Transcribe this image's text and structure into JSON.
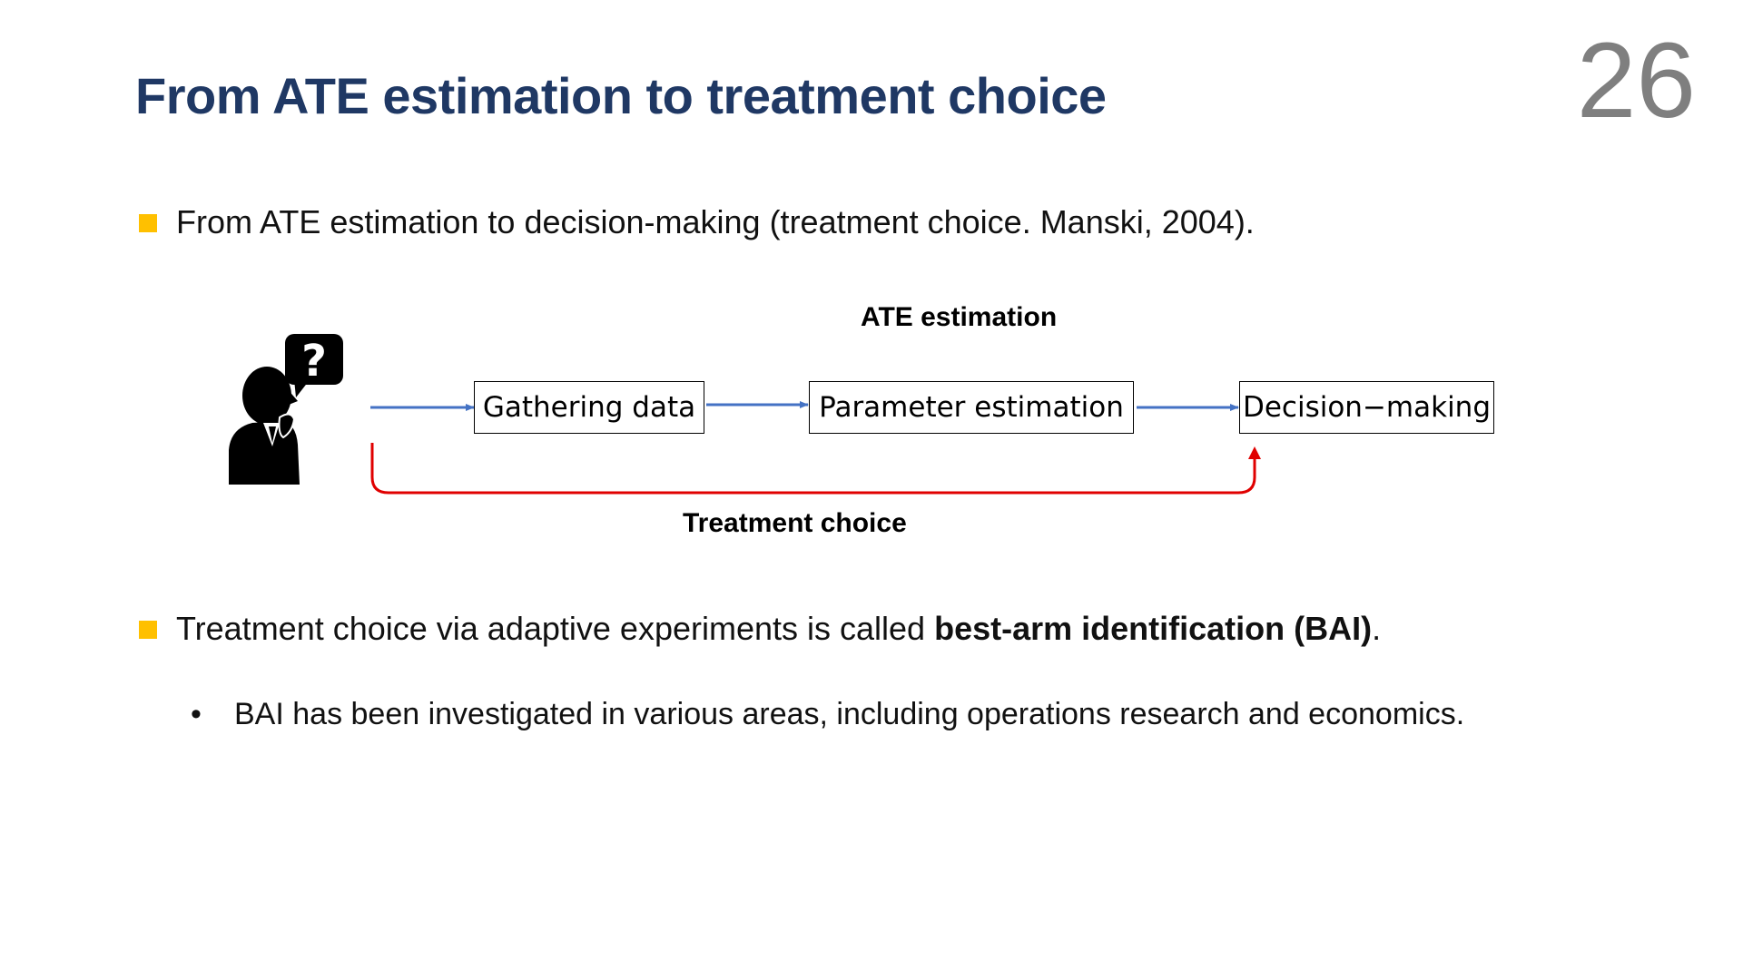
{
  "slide": {
    "title": "From ATE estimation to treatment choice",
    "page_number": "26"
  },
  "bullets": {
    "b1": "From ATE estimation to decision-making (treatment choice. Manski, 2004).",
    "b2_prefix": "Treatment choice via adaptive experiments is called ",
    "b2_bold": "best-arm identification (BAI)",
    "b2_suffix": ".",
    "sub1_marker": "•",
    "sub1": "BAI has been investigated in various areas, including operations research and economics."
  },
  "diagram": {
    "top_label": "ATE estimation",
    "bottom_label": "Treatment choice",
    "box1": "Gathering data",
    "box2": "Parameter estimation",
    "box3": "Decision−making",
    "question_mark": "?",
    "colors": {
      "flow_arrow": "#4472c4",
      "treatment_arrow": "#e00000",
      "bullet_square": "#ffc000",
      "title": "#1f3864"
    },
    "icons": [
      "thinking-person-icon",
      "question-bubble-icon"
    ]
  }
}
